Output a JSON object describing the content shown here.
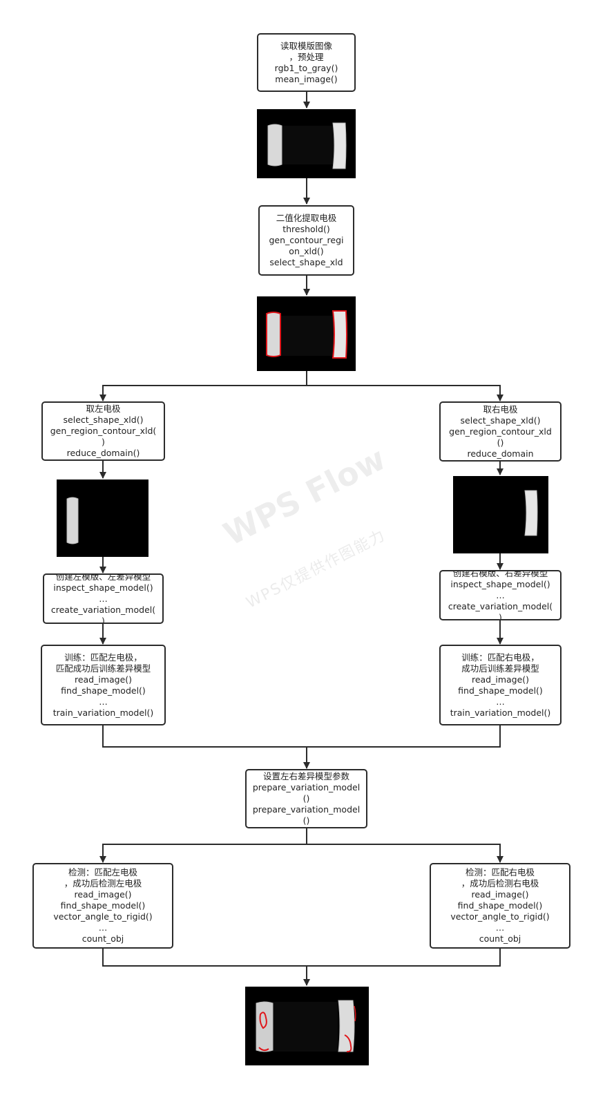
{
  "watermark": {
    "title": "WPS Flow",
    "subtitle": "WPS仅提供作图能力"
  },
  "nodes": {
    "read_template": [
      "读取模版图像",
      "，预处理",
      "rgb1_to_gray()",
      "mean_image()"
    ],
    "binarize": [
      "二值化提取电极",
      "threshold()",
      "gen_contour_regi",
      "on_xld()",
      "select_shape_xld"
    ],
    "left_electrode": [
      "取左电极",
      "select_shape_xld()",
      "gen_region_contour_xld(",
      ")",
      "reduce_domain()"
    ],
    "right_electrode": [
      "取右电极",
      "select_shape_xld()",
      "gen_region_contour_xld",
      "()",
      "reduce_domain"
    ],
    "create_left_model": [
      "创建左模版、左差异模型",
      "inspect_shape_model()",
      "…",
      "create_variation_model(",
      ")"
    ],
    "create_right_model": [
      "创建右模版、右差异模型",
      "inspect_shape_model()",
      "…",
      "create_variation_model(",
      ")"
    ],
    "train_left": [
      "训练：匹配左电极，",
      "匹配成功后训练差异模型",
      "read_image()",
      "find_shape_model()",
      "…",
      "train_variation_model()"
    ],
    "train_right": [
      "训练：匹配右电极，",
      "成功后训练差异模型",
      "read_image()",
      "find_shape_model()",
      "…",
      "train_variation_model()"
    ],
    "prepare_params": [
      "设置左右差异模型参数",
      "prepare_variation_model",
      "()",
      "prepare_variation_model",
      "()"
    ],
    "detect_left": [
      "检测：匹配左电极",
      "，成功后检测左电极",
      "read_image()",
      "find_shape_model()",
      "vector_angle_to_rigid()",
      "…",
      "count_obj"
    ],
    "detect_right": [
      "检测：匹配右电极",
      "，成功后检测右电极",
      "read_image()",
      "find_shape_model()",
      "vector_angle_to_rigid()",
      "…",
      "count_obj"
    ]
  },
  "colors": {
    "line": "#2b2b2b",
    "image_bg": "#000000",
    "contour": "#e0161b",
    "electrode": "#e6e6e6"
  }
}
